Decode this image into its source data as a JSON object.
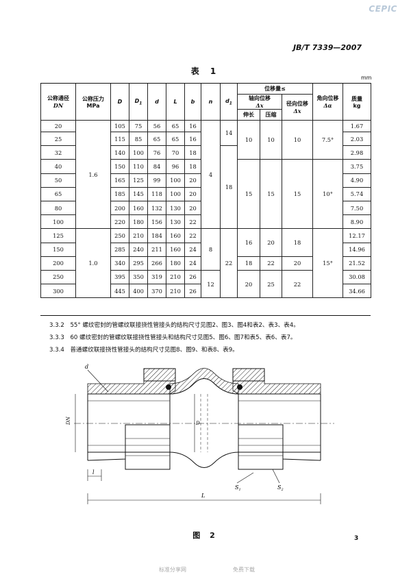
{
  "header": {
    "logo": "CEPIC",
    "standard_no": "JB/T 7339—2007"
  },
  "table": {
    "caption": "表 1",
    "unit": "mm",
    "headers": {
      "dn_line1": "公称通径",
      "dn_line2": "DN",
      "pn_line1": "公称压力",
      "pn_line2": "MPa",
      "D": "D",
      "D1": "D",
      "D1_sub": "1",
      "d": "d",
      "L": "L",
      "b": "b",
      "n": "n",
      "d1": "d",
      "d1_sub": "1",
      "disp": "位移量≤",
      "axial": "轴向位移",
      "axial_sym": "Δx",
      "ext": "伸长",
      "comp": "压缩",
      "radial": "径向位移",
      "radial_sym": "Δx",
      "angular": "角向位移",
      "angular_sym": "Δα",
      "mass": "质量",
      "mass_unit": "kg"
    },
    "rows": [
      {
        "dn": "20",
        "D": "105",
        "D1": "75",
        "d": "56",
        "L": "65",
        "b": "16",
        "mass": "1.67"
      },
      {
        "dn": "25",
        "D": "115",
        "D1": "85",
        "d": "65",
        "L": "65",
        "b": "16",
        "mass": "2.03"
      },
      {
        "dn": "32",
        "D": "140",
        "D1": "100",
        "d": "76",
        "L": "70",
        "b": "18",
        "mass": "2.98"
      },
      {
        "dn": "40",
        "D": "150",
        "D1": "110",
        "d": "84",
        "L": "96",
        "b": "18",
        "mass": "3.75"
      },
      {
        "dn": "50",
        "D": "165",
        "D1": "125",
        "d": "99",
        "L": "100",
        "b": "20",
        "mass": "4.90"
      },
      {
        "dn": "65",
        "D": "185",
        "D1": "145",
        "d": "118",
        "L": "100",
        "b": "20",
        "mass": "5.74"
      },
      {
        "dn": "80",
        "D": "200",
        "D1": "160",
        "d": "132",
        "L": "130",
        "b": "20",
        "mass": "7.50"
      },
      {
        "dn": "100",
        "D": "220",
        "D1": "180",
        "d": "156",
        "L": "130",
        "b": "22",
        "mass": "8.90"
      },
      {
        "dn": "125",
        "D": "250",
        "D1": "210",
        "d": "184",
        "L": "160",
        "b": "22",
        "mass": "12.17"
      },
      {
        "dn": "150",
        "D": "285",
        "D1": "240",
        "d": "211",
        "L": "160",
        "b": "24",
        "mass": "14.96"
      },
      {
        "dn": "200",
        "D": "340",
        "D1": "295",
        "d": "266",
        "L": "180",
        "b": "24",
        "mass": "21.52"
      },
      {
        "dn": "250",
        "D": "395",
        "D1": "350",
        "d": "319",
        "L": "210",
        "b": "26",
        "mass": "30.08"
      },
      {
        "dn": "300",
        "D": "445",
        "D1": "400",
        "d": "370",
        "L": "210",
        "b": "26",
        "mass": "34.66"
      }
    ],
    "merged": {
      "pn_a": "1.6",
      "pn_b": "1.0",
      "n_a": "4",
      "n_b": "8",
      "n_c": "12",
      "d1_a": "14",
      "d1_b": "18",
      "d1_c": "22",
      "ext_a": "10",
      "ext_b": "15",
      "ext_c": "16",
      "ext_d": "18",
      "ext_e": "20",
      "comp_a": "10",
      "comp_b": "15",
      "comp_c": "20",
      "comp_d": "22",
      "comp_e": "25",
      "rad_a": "10",
      "rad_b": "15",
      "rad_c": "18",
      "rad_d": "20",
      "rad_e": "22",
      "ang_a": "7.5°",
      "ang_b": "10°",
      "ang_c": "15°"
    }
  },
  "clauses": [
    "3.3.2　55° 螺纹密封的管螺纹联接挠性管接头的结构尺寸见图2、图3、图4和表2、表3、表4。",
    "3.3.3　60 螺纹密封的管螺纹联接挠性管接头和结构尺寸见图5、图6、图7和表5、表6、表7。",
    "3.3.4　普通螺纹联接挠性管接头的结构尺寸见图8、图9、和表8、表9。"
  ],
  "figure": {
    "caption": "图 2",
    "labels": {
      "d": "d",
      "DN": "DN",
      "D": "D",
      "l": "l",
      "L": "L",
      "S1": "S",
      "S1_sub": "1",
      "S2": "S",
      "S2_sub": "2"
    }
  },
  "page_number": "3",
  "footer": {
    "left": "标准分享网",
    "right": "免费下载"
  }
}
